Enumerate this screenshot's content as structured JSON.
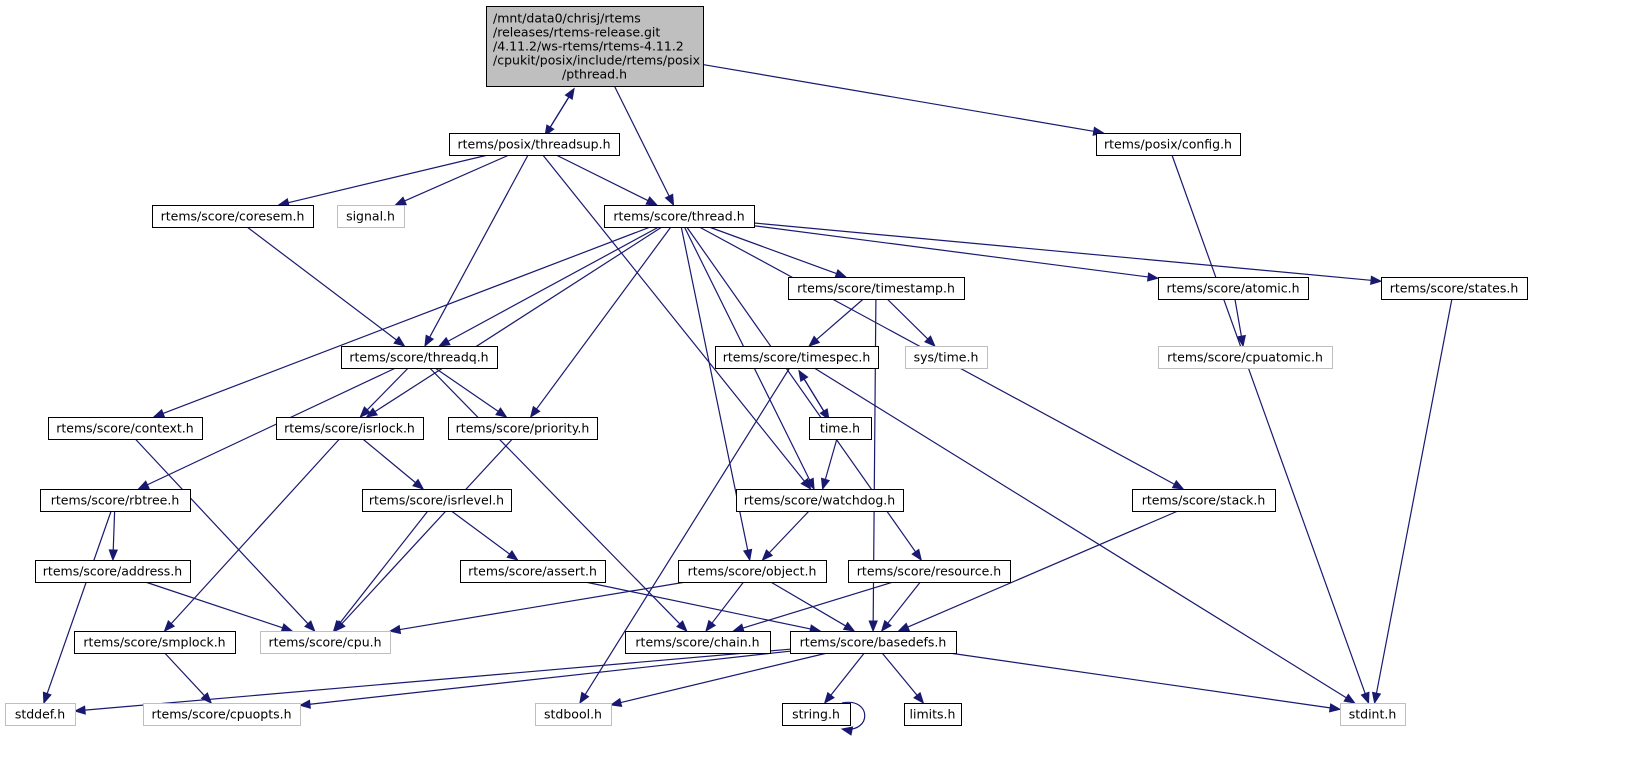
{
  "diagram": {
    "title": "Include dependency graph for pthread.h",
    "edge_color": "#191970",
    "root_fill": "#bfbfbf",
    "external_border": "#bfbfbf",
    "nodes": [
      {
        "id": "pthread",
        "label": [
          "/mnt/data0/chrisj/rtems",
          "/releases/rtems-release.git",
          "/4.11.2/ws-rtems/rtems-4.11.2",
          "/cpukit/posix/include/rtems/posix",
          "/pthread.h"
        ],
        "kind": "root"
      },
      {
        "id": "threadsup",
        "label": [
          "rtems/posix/threadsup.h"
        ],
        "kind": "internal"
      },
      {
        "id": "config",
        "label": [
          "rtems/posix/config.h"
        ],
        "kind": "internal"
      },
      {
        "id": "coresem",
        "label": [
          "rtems/score/coresem.h"
        ],
        "kind": "internal"
      },
      {
        "id": "signal",
        "label": [
          "signal.h"
        ],
        "kind": "external"
      },
      {
        "id": "thread",
        "label": [
          "rtems/score/thread.h"
        ],
        "kind": "internal"
      },
      {
        "id": "timestamp",
        "label": [
          "rtems/score/timestamp.h"
        ],
        "kind": "internal"
      },
      {
        "id": "atomic",
        "label": [
          "rtems/score/atomic.h"
        ],
        "kind": "internal"
      },
      {
        "id": "states",
        "label": [
          "rtems/score/states.h"
        ],
        "kind": "internal"
      },
      {
        "id": "threadq",
        "label": [
          "rtems/score/threadq.h"
        ],
        "kind": "internal"
      },
      {
        "id": "timespec",
        "label": [
          "rtems/score/timespec.h"
        ],
        "kind": "internal"
      },
      {
        "id": "systime",
        "label": [
          "sys/time.h"
        ],
        "kind": "external"
      },
      {
        "id": "cpuatomic",
        "label": [
          "rtems/score/cpuatomic.h"
        ],
        "kind": "external"
      },
      {
        "id": "context",
        "label": [
          "rtems/score/context.h"
        ],
        "kind": "internal"
      },
      {
        "id": "isrlock",
        "label": [
          "rtems/score/isrlock.h"
        ],
        "kind": "internal"
      },
      {
        "id": "priority",
        "label": [
          "rtems/score/priority.h"
        ],
        "kind": "internal"
      },
      {
        "id": "time",
        "label": [
          "time.h"
        ],
        "kind": "internal"
      },
      {
        "id": "rbtree",
        "label": [
          "rtems/score/rbtree.h"
        ],
        "kind": "internal"
      },
      {
        "id": "isrlevel",
        "label": [
          "rtems/score/isrlevel.h"
        ],
        "kind": "internal"
      },
      {
        "id": "watchdog",
        "label": [
          "rtems/score/watchdog.h"
        ],
        "kind": "internal"
      },
      {
        "id": "stack",
        "label": [
          "rtems/score/stack.h"
        ],
        "kind": "internal"
      },
      {
        "id": "address",
        "label": [
          "rtems/score/address.h"
        ],
        "kind": "internal"
      },
      {
        "id": "assert",
        "label": [
          "rtems/score/assert.h"
        ],
        "kind": "internal"
      },
      {
        "id": "object",
        "label": [
          "rtems/score/object.h"
        ],
        "kind": "internal"
      },
      {
        "id": "resource",
        "label": [
          "rtems/score/resource.h"
        ],
        "kind": "internal"
      },
      {
        "id": "smplock",
        "label": [
          "rtems/score/smplock.h"
        ],
        "kind": "internal"
      },
      {
        "id": "cpu",
        "label": [
          "rtems/score/cpu.h"
        ],
        "kind": "external"
      },
      {
        "id": "chain",
        "label": [
          "rtems/score/chain.h"
        ],
        "kind": "internal"
      },
      {
        "id": "basedefs",
        "label": [
          "rtems/score/basedefs.h"
        ],
        "kind": "internal"
      },
      {
        "id": "stddef",
        "label": [
          "stddef.h"
        ],
        "kind": "external"
      },
      {
        "id": "cpuopts",
        "label": [
          "rtems/score/cpuopts.h"
        ],
        "kind": "external"
      },
      {
        "id": "stdbool",
        "label": [
          "stdbool.h"
        ],
        "kind": "external"
      },
      {
        "id": "string",
        "label": [
          "string.h"
        ],
        "kind": "internal"
      },
      {
        "id": "limits",
        "label": [
          "limits.h"
        ],
        "kind": "internal"
      },
      {
        "id": "stdint",
        "label": [
          "stdint.h"
        ],
        "kind": "external"
      }
    ],
    "edges": [
      [
        "pthread",
        "threadsup"
      ],
      [
        "threadsup",
        "pthread"
      ],
      [
        "pthread",
        "thread"
      ],
      [
        "pthread",
        "config"
      ],
      [
        "threadsup",
        "coresem"
      ],
      [
        "threadsup",
        "signal"
      ],
      [
        "threadsup",
        "thread"
      ],
      [
        "threadsup",
        "threadq"
      ],
      [
        "threadsup",
        "watchdog"
      ],
      [
        "config",
        "stdint"
      ],
      [
        "coresem",
        "threadq"
      ],
      [
        "thread",
        "threadq"
      ],
      [
        "thread",
        "context"
      ],
      [
        "thread",
        "isrlock"
      ],
      [
        "thread",
        "priority"
      ],
      [
        "thread",
        "timestamp"
      ],
      [
        "thread",
        "watchdog"
      ],
      [
        "thread",
        "object"
      ],
      [
        "thread",
        "resource"
      ],
      [
        "thread",
        "atomic"
      ],
      [
        "thread",
        "states"
      ],
      [
        "thread",
        "stack"
      ],
      [
        "timestamp",
        "timespec"
      ],
      [
        "timestamp",
        "systime"
      ],
      [
        "timestamp",
        "basedefs"
      ],
      [
        "atomic",
        "cpuatomic"
      ],
      [
        "states",
        "stdint"
      ],
      [
        "threadq",
        "rbtree"
      ],
      [
        "threadq",
        "isrlock"
      ],
      [
        "threadq",
        "priority"
      ],
      [
        "threadq",
        "chain"
      ],
      [
        "timespec",
        "time"
      ],
      [
        "time",
        "timespec"
      ],
      [
        "timespec",
        "stdbool"
      ],
      [
        "timespec",
        "stdint"
      ],
      [
        "time",
        "watchdog"
      ],
      [
        "context",
        "cpu"
      ],
      [
        "isrlock",
        "isrlevel"
      ],
      [
        "isrlock",
        "smplock"
      ],
      [
        "priority",
        "cpu"
      ],
      [
        "rbtree",
        "address"
      ],
      [
        "rbtree",
        "stddef"
      ],
      [
        "isrlevel",
        "assert"
      ],
      [
        "isrlevel",
        "cpu"
      ],
      [
        "watchdog",
        "object"
      ],
      [
        "stack",
        "basedefs"
      ],
      [
        "address",
        "cpu"
      ],
      [
        "assert",
        "basedefs"
      ],
      [
        "object",
        "cpu"
      ],
      [
        "object",
        "chain"
      ],
      [
        "object",
        "basedefs"
      ],
      [
        "resource",
        "chain"
      ],
      [
        "resource",
        "basedefs"
      ],
      [
        "smplock",
        "cpuopts"
      ],
      [
        "basedefs",
        "stddef"
      ],
      [
        "basedefs",
        "cpuopts"
      ],
      [
        "basedefs",
        "stdbool"
      ],
      [
        "basedefs",
        "string"
      ],
      [
        "basedefs",
        "limits"
      ],
      [
        "basedefs",
        "stdint"
      ],
      [
        "string",
        "string"
      ]
    ]
  }
}
